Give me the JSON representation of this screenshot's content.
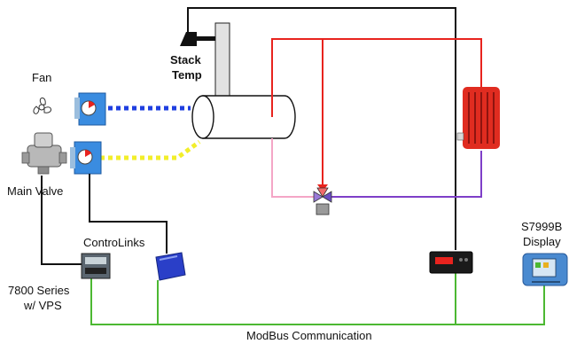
{
  "labels": {
    "fan": "Fan",
    "stack_temp_line1": "Stack",
    "stack_temp_line2": "Temp",
    "main_valve": "Main Valve",
    "controlinks": "ControLinks",
    "series_line1": "7800 Series",
    "series_line2": "w/ VPS",
    "display_line1": "S7999B",
    "display_line2": "Display",
    "modbus": "ModBus Communication"
  },
  "icons": [
    "fan-icon",
    "fan-actuator-icon",
    "gas-valve-icon",
    "valve-actuator-icon",
    "stack-temp-sensor-icon",
    "boiler-icon",
    "radiator-icon",
    "three-way-valve-icon",
    "relay-module-icon",
    "controlinks-module-icon",
    "controller-icon",
    "display-icon"
  ],
  "colors": {
    "supply": "#e8231e",
    "return": "#7e3fc8",
    "bypass": "#f4a6c6",
    "air": "#1f3fe0",
    "fuel": "#f2ee2a",
    "signal": "#111111",
    "modbus": "#4cb832"
  }
}
